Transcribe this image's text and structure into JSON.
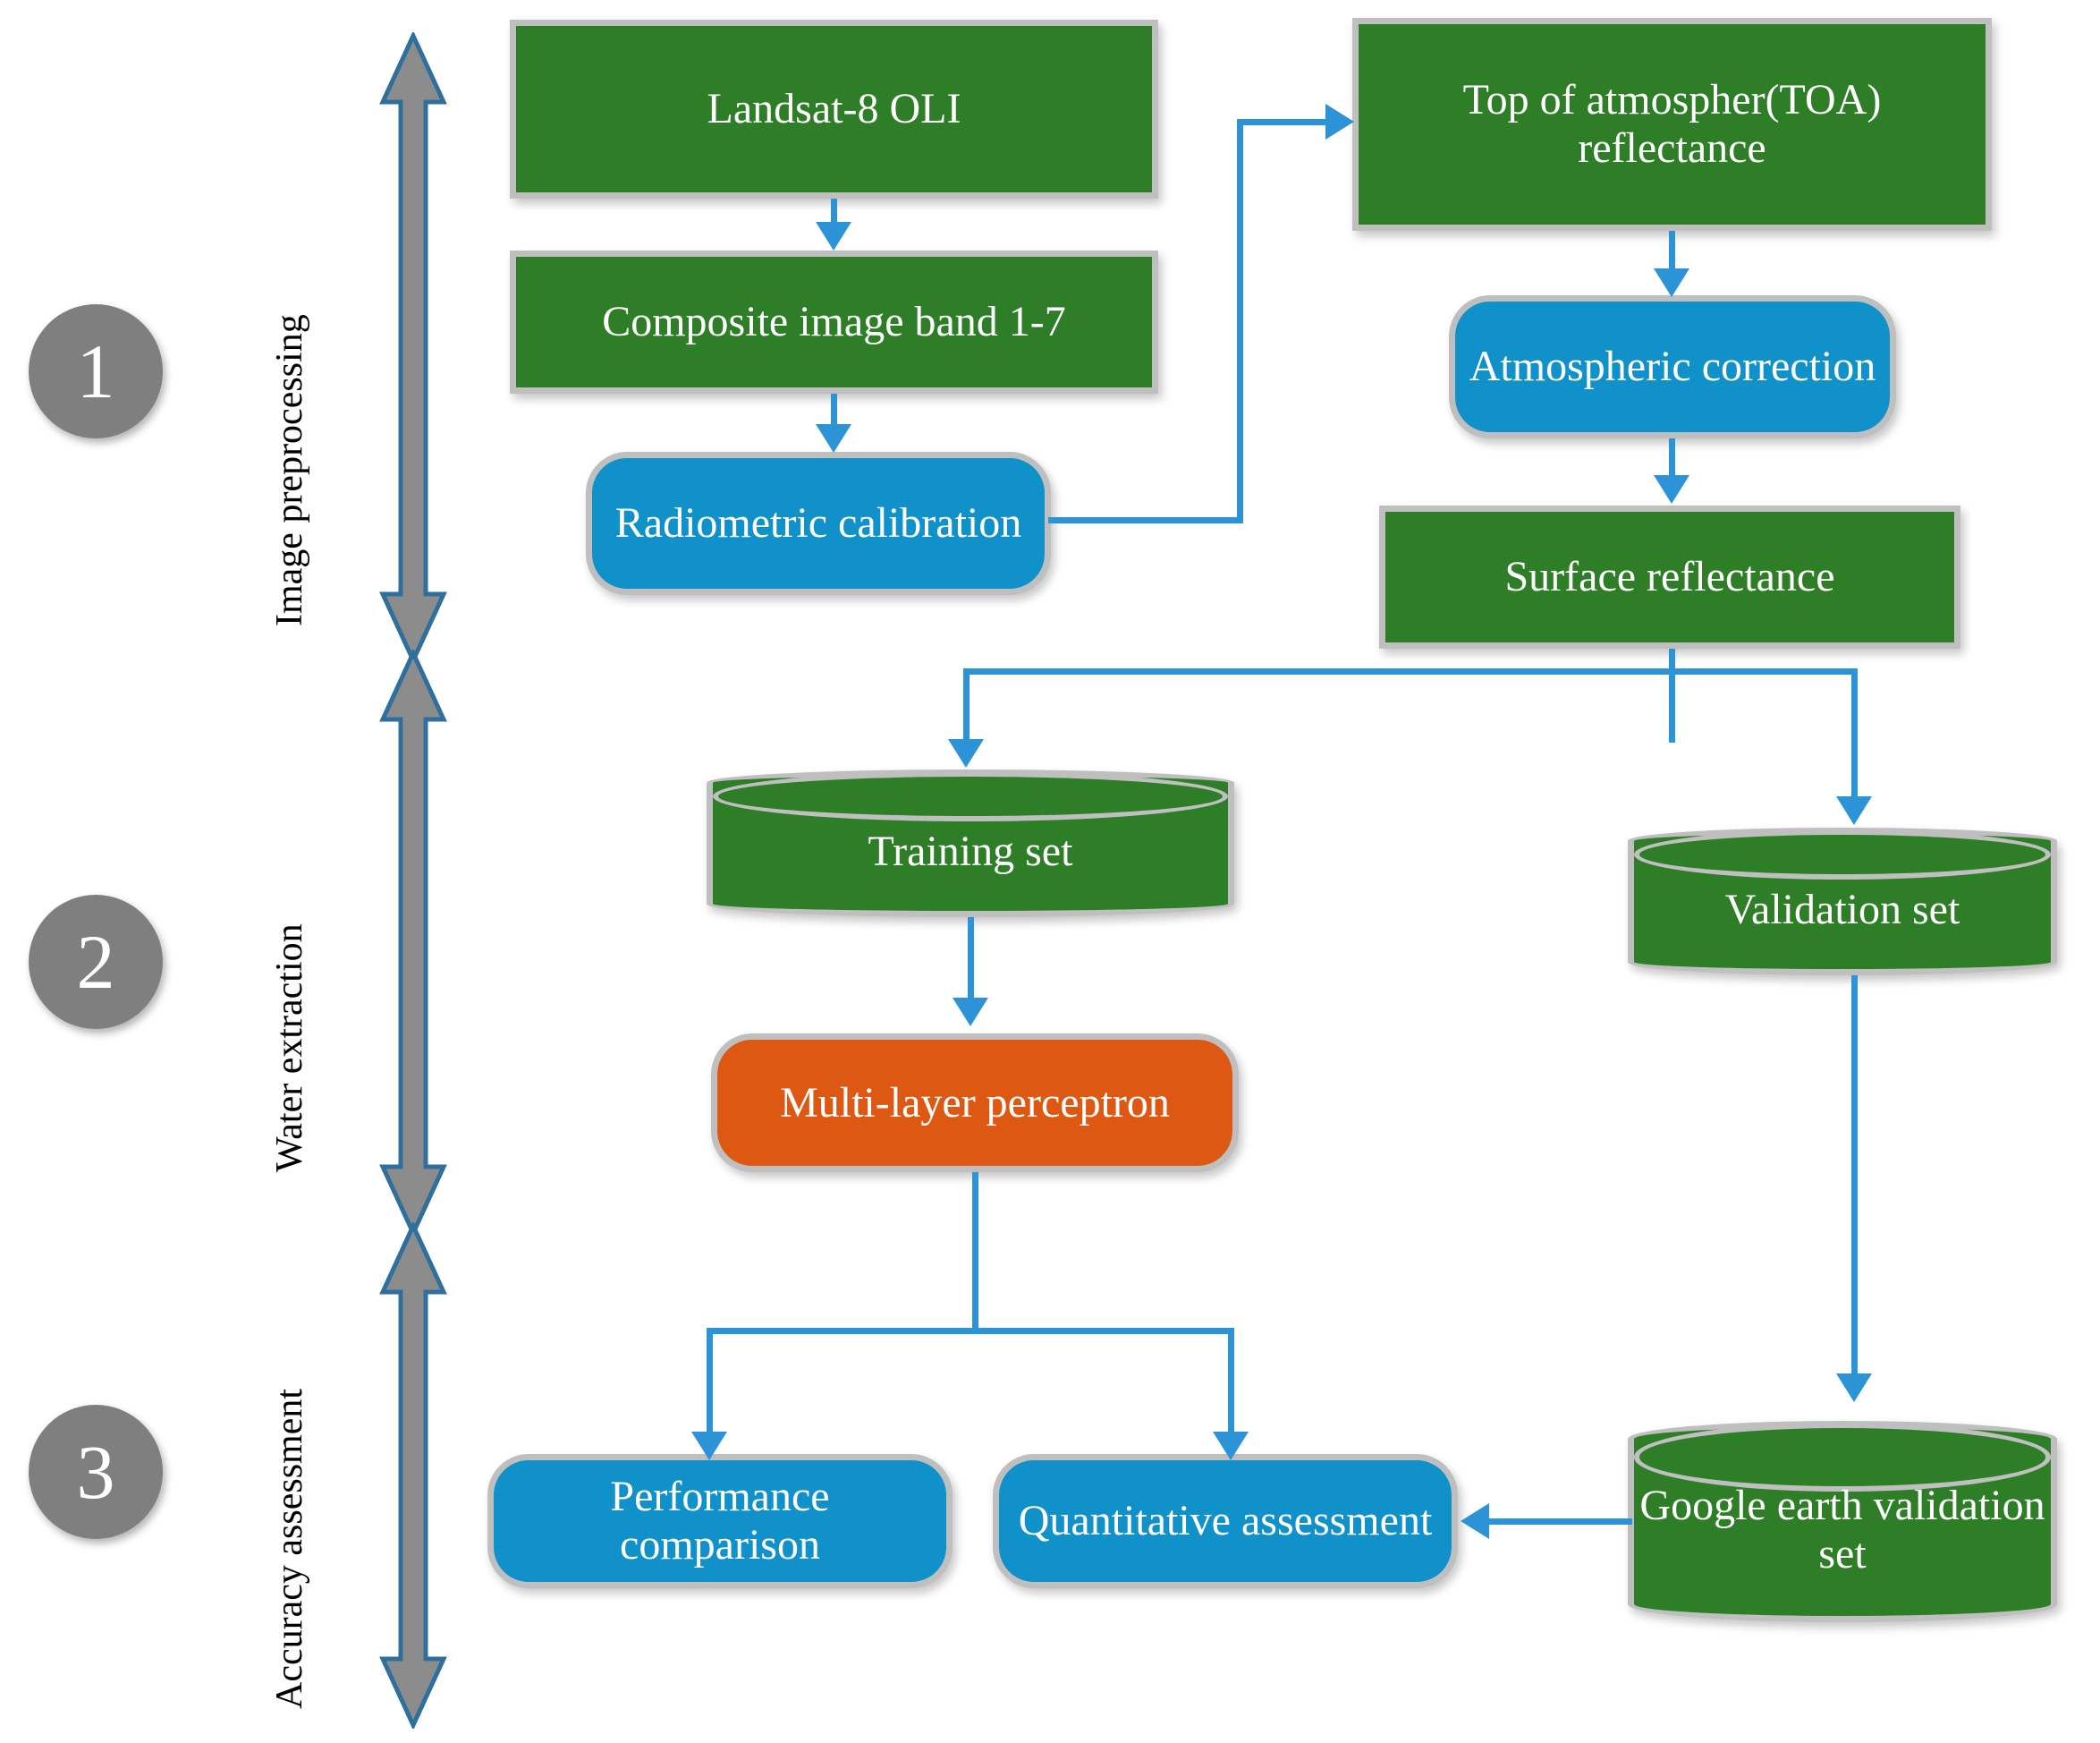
{
  "diagram": {
    "title": "Water extraction workflow flowchart",
    "colors": {
      "green_node": "#2e7d27",
      "blue_node": "#1191c9",
      "orange_node": "#dd5913",
      "connector": "#2b93d6",
      "stage_circle": "#7f7f7f",
      "node_border": "#bfbfbf",
      "background": "#ffffff",
      "text_on_node": "#ffffff"
    },
    "stages": [
      {
        "number": "1",
        "label": "Image preprocessing"
      },
      {
        "number": "2",
        "label": "Water extraction"
      },
      {
        "number": "3",
        "label": "Accuracy assessment"
      }
    ],
    "nodes": {
      "landsat": "Landsat-8 OLI",
      "composite": "Composite image band 1-7",
      "radiometric": "Radiometric calibration",
      "toa": "Top of atmospher(TOA) reflectance",
      "atmospheric": "Atmospheric correction",
      "surface": "Surface reflectance",
      "training": "Training set",
      "validation": "Validation set",
      "mlp": "Multi-layer perceptron",
      "performance": "Performance comparison",
      "quantitative": "Quantitative assessment",
      "google": "Google earth validation set"
    },
    "edges": [
      {
        "from": "landsat",
        "to": "composite"
      },
      {
        "from": "composite",
        "to": "radiometric"
      },
      {
        "from": "radiometric",
        "to": "toa"
      },
      {
        "from": "toa",
        "to": "atmospheric"
      },
      {
        "from": "atmospheric",
        "to": "surface"
      },
      {
        "from": "surface",
        "to": "training"
      },
      {
        "from": "surface",
        "to": "validation"
      },
      {
        "from": "training",
        "to": "mlp"
      },
      {
        "from": "mlp",
        "to": "performance"
      },
      {
        "from": "mlp",
        "to": "quantitative"
      },
      {
        "from": "validation",
        "to": "google"
      },
      {
        "from": "google",
        "to": "quantitative"
      }
    ]
  }
}
